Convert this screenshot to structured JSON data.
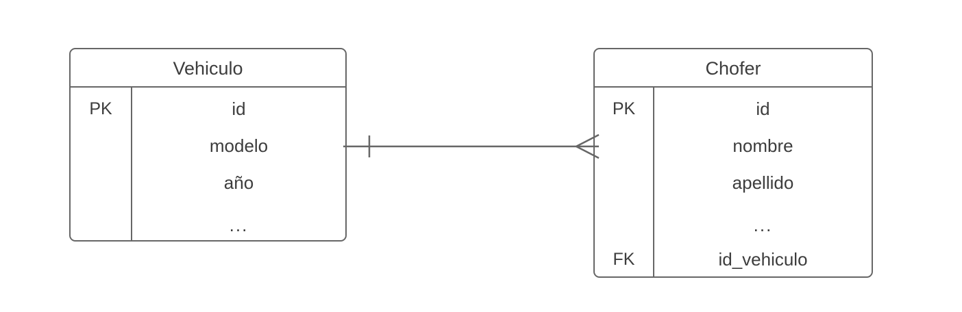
{
  "diagram": {
    "type": "entity-relationship-diagram",
    "notation": "crows-foot",
    "background_color": "#ffffff",
    "stroke_color": "#666666",
    "text_color": "#3d3d3d"
  },
  "entities": [
    {
      "name": "Vehiculo",
      "rows": [
        {
          "key": "PK",
          "attribute": "id"
        },
        {
          "key": "",
          "attribute": "modelo"
        },
        {
          "key": "",
          "attribute": "año"
        },
        {
          "key": "",
          "attribute": "..."
        }
      ]
    },
    {
      "name": "Chofer",
      "rows": [
        {
          "key": "PK",
          "attribute": "id"
        },
        {
          "key": "",
          "attribute": "nombre"
        },
        {
          "key": "",
          "attribute": "apellido"
        },
        {
          "key": "",
          "attribute": "..."
        },
        {
          "key": "FK",
          "attribute": "id_vehiculo"
        }
      ]
    }
  ],
  "relationship": {
    "from": "Vehiculo",
    "to": "Chofer",
    "from_cardinality": "one",
    "to_cardinality": "many",
    "label": ""
  }
}
